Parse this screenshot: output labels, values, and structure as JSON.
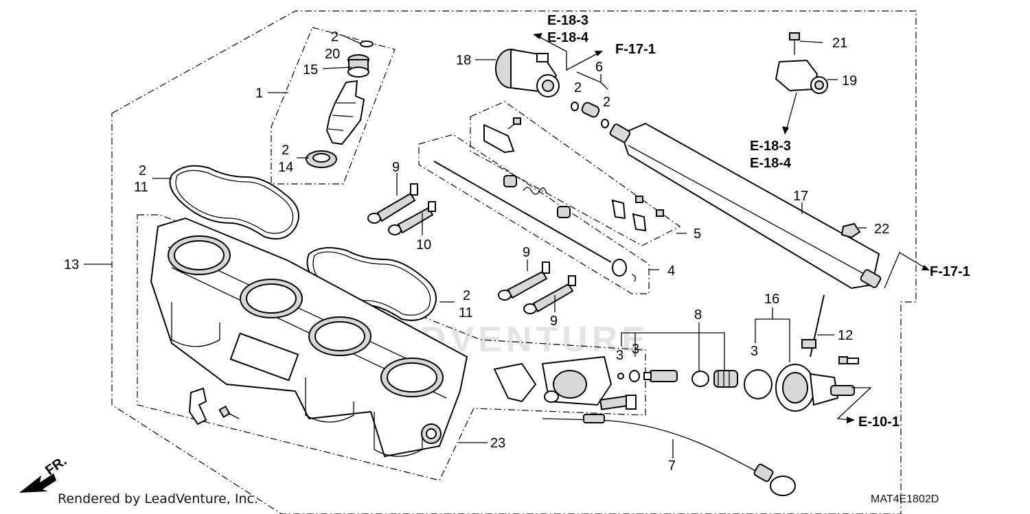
{
  "watermark": "LEADVENTURE",
  "credit": "Rendered by LeadVenture, Inc.",
  "diagram_code": "MAT4E1802D",
  "front_indicator": "FR.",
  "part_labels": [
    "1",
    "2",
    "20",
    "15",
    "2",
    "14",
    "2",
    "11",
    "13",
    "9",
    "10",
    "18",
    "6",
    "2",
    "2",
    "21",
    "19",
    "17",
    "22",
    "5",
    "4",
    "9",
    "9",
    "2",
    "11",
    "8",
    "3",
    "3",
    "3",
    "16",
    "12",
    "23",
    "7"
  ],
  "references": [
    "E-18-3",
    "E-18-4",
    "F-17-1",
    "E-18-3",
    "E-18-4",
    "F-17-1",
    "E-10-1"
  ]
}
